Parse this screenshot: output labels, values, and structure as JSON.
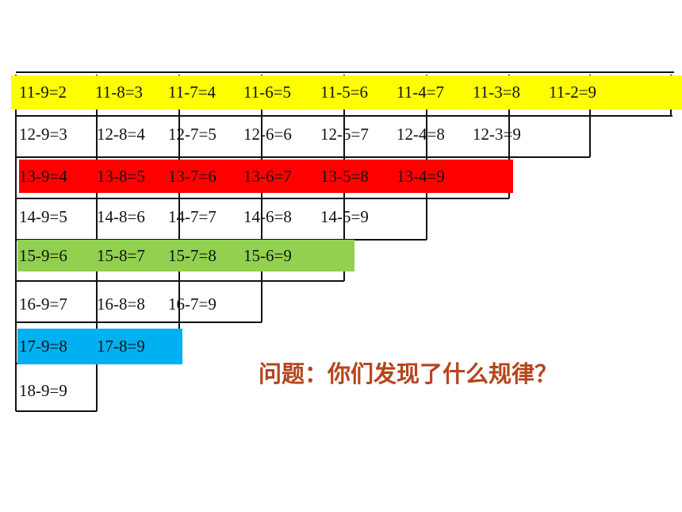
{
  "rows": [
    {
      "equations": [
        "11-9=2",
        "11-8=3",
        "11-7=4",
        "11-6=5",
        "11-5=6",
        "11-4=7",
        "11-3=8",
        "11-2=9"
      ],
      "highlight": "#ffff00"
    },
    {
      "equations": [
        "12-9=3",
        "12-8=4",
        "12-7=5",
        "12-6=6",
        "12-5=7",
        "12-4=8",
        "12-3=9"
      ],
      "highlight": null
    },
    {
      "equations": [
        "13-9=4",
        "13-8=5",
        "13-7=6",
        "13-6=7",
        "13-5=8",
        "13-4=9"
      ],
      "highlight": "#ff0000"
    },
    {
      "equations": [
        "14-9=5",
        "14-8=6",
        "14-7=7",
        "14-6=8",
        "14-5=9"
      ],
      "highlight": null
    },
    {
      "equations": [
        "15-9=6",
        "15-8=7",
        "15-7=8",
        "15-6=9"
      ],
      "highlight": "#92d050"
    },
    {
      "equations": [
        "16-9=7",
        "16-8=8",
        "16-7=9"
      ],
      "highlight": null
    },
    {
      "equations": [
        "17-9=8",
        "17-8=9"
      ],
      "highlight": "#00b0f0"
    },
    {
      "equations": [
        "18-9=9"
      ],
      "highlight": null
    }
  ],
  "question": "问题：你们发现了什么规律？",
  "colors": {
    "question_text": "#b5451b",
    "grid": "#111111"
  }
}
